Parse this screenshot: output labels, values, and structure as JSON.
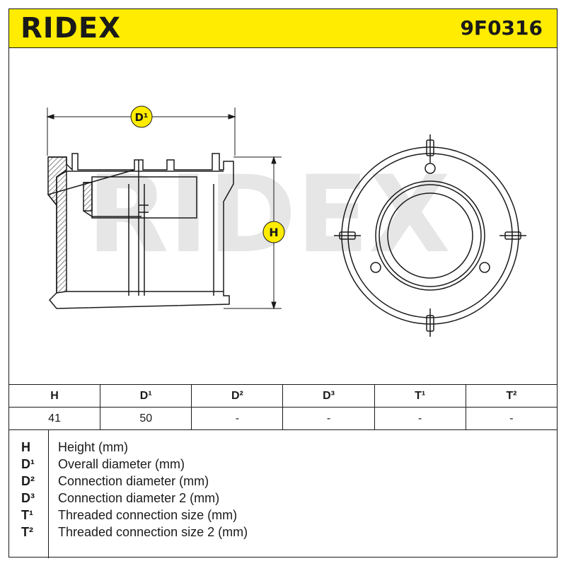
{
  "header": {
    "brand": "RIDEX",
    "part_number": "9F0316"
  },
  "colors": {
    "brand_yellow": "#ffec00",
    "line": "#1a1a1a",
    "watermark": "#e6e6e6"
  },
  "drawing": {
    "label_d1": "D¹",
    "label_h": "H",
    "watermark": "RIDEX"
  },
  "table": {
    "headers": [
      "H",
      "D¹",
      "D²",
      "D³",
      "T¹",
      "T²"
    ],
    "values": [
      "41",
      "50",
      "-",
      "-",
      "-",
      "-"
    ]
  },
  "legend": [
    {
      "key": "H",
      "desc": "Height (mm)"
    },
    {
      "key": "D¹",
      "desc": "Overall diameter (mm)"
    },
    {
      "key": "D²",
      "desc": "Connection diameter (mm)"
    },
    {
      "key": "D³",
      "desc": "Connection diameter 2 (mm)"
    },
    {
      "key": "T¹",
      "desc": "Threaded connection size (mm)"
    },
    {
      "key": "T²",
      "desc": "Threaded connection size 2 (mm)"
    }
  ]
}
